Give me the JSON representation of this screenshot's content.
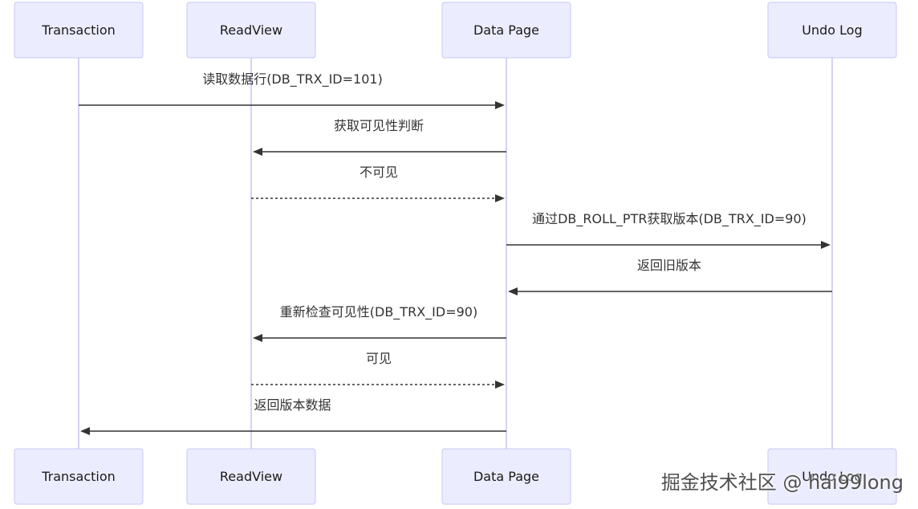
{
  "participants": [
    {
      "id": "transaction",
      "label": "Transaction"
    },
    {
      "id": "readview",
      "label": "ReadView"
    },
    {
      "id": "datapage",
      "label": "Data Page"
    },
    {
      "id": "undolog",
      "label": "Undo Log"
    }
  ],
  "messages": [
    {
      "from": "transaction",
      "to": "datapage",
      "label": "读取数据行(DB_TRX_ID=101)",
      "style": "solid"
    },
    {
      "from": "datapage",
      "to": "readview",
      "label": "获取可见性判断",
      "style": "solid"
    },
    {
      "from": "readview",
      "to": "datapage",
      "label": "不可见",
      "style": "dashed"
    },
    {
      "from": "datapage",
      "to": "undolog",
      "label": "通过DB_ROLL_PTR获取版本(DB_TRX_ID=90)",
      "style": "solid"
    },
    {
      "from": "undolog",
      "to": "datapage",
      "label": "返回旧版本",
      "style": "solid"
    },
    {
      "from": "datapage",
      "to": "readview",
      "label": "重新检查可见性(DB_TRX_ID=90)",
      "style": "solid"
    },
    {
      "from": "readview",
      "to": "datapage",
      "label": "可见",
      "style": "dashed"
    },
    {
      "from": "datapage",
      "to": "transaction",
      "label": "返回版本数据",
      "style": "solid"
    }
  ],
  "watermark": "掘金技术社区 @ hai99long",
  "colors": {
    "actor_fill": "#ececff",
    "actor_stroke": "#c6c8f2",
    "lifeline": "#d6d2f5",
    "message": "#333333"
  }
}
